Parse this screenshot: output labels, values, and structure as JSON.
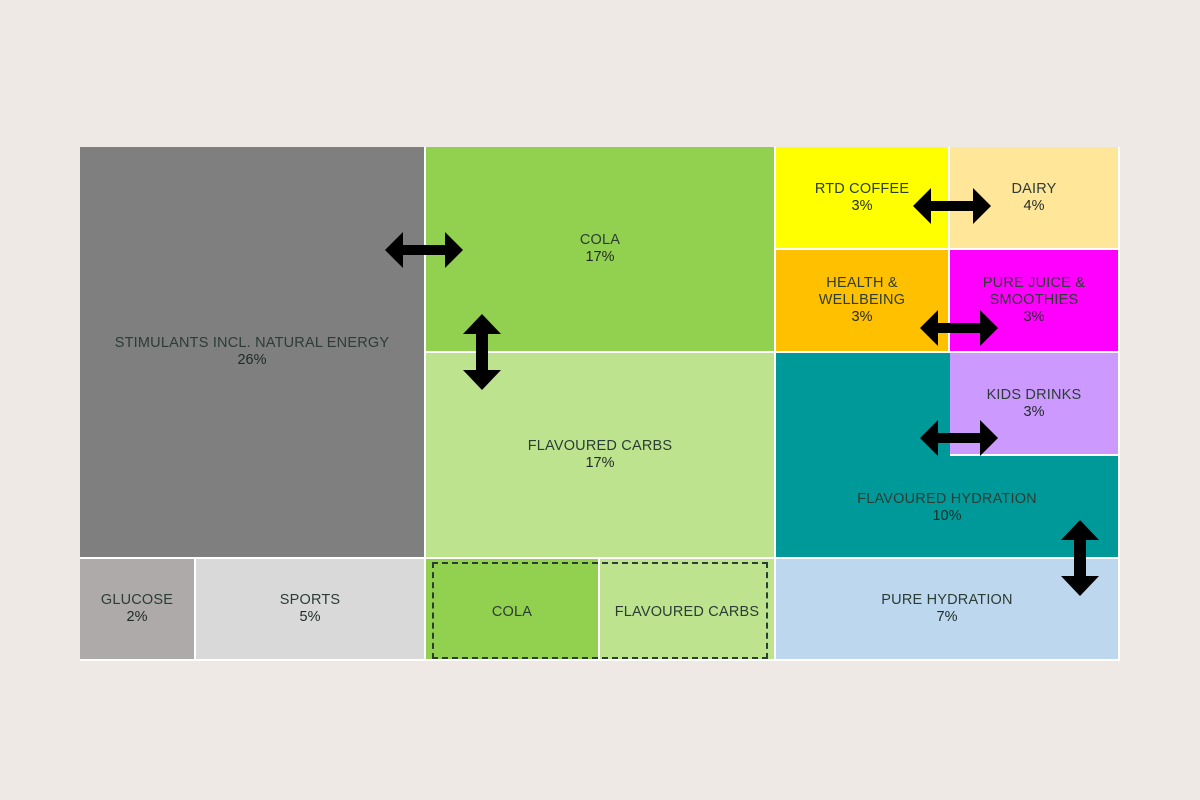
{
  "colors": {
    "background": "#efe9e5",
    "stimulants": "#7f7f7f",
    "cola": "#92d050",
    "flavoured_carbs": "#bde38f",
    "rtd_coffee": "#ffff00",
    "dairy": "#ffe699",
    "health": "#ffc000",
    "pure_juice": "#ff00ff",
    "kids": "#cc99ff",
    "flavoured_hydration": "#009999",
    "pure_hydration": "#bdd7ee",
    "glucose": "#aeaaaa",
    "sports": "#d9d9d9",
    "arrow": "#000000"
  },
  "chart_data": {
    "type": "treemap",
    "title": "",
    "items": [
      {
        "label": "STIMULANTS INCL. NATURAL ENERGY",
        "value": 26,
        "pct": "26%",
        "color": "#7f7f7f"
      },
      {
        "label": "COLA",
        "value": 17,
        "pct": "17%",
        "color": "#92d050"
      },
      {
        "label": "FLAVOURED CARBS",
        "value": 17,
        "pct": "17%",
        "color": "#bde38f"
      },
      {
        "label": "RTD COFFEE",
        "value": 3,
        "pct": "3%",
        "color": "#ffff00"
      },
      {
        "label": "DAIRY",
        "value": 4,
        "pct": "4%",
        "color": "#ffe699"
      },
      {
        "label": "HEALTH & WELLBEING",
        "value": 3,
        "pct": "3%",
        "color": "#ffc000"
      },
      {
        "label": "PURE JUICE & SMOOTHIES",
        "value": 3,
        "pct": "3%",
        "color": "#ff00ff"
      },
      {
        "label": "KIDS DRINKS",
        "value": 3,
        "pct": "3%",
        "color": "#cc99ff"
      },
      {
        "label": "FLAVOURED HYDRATION",
        "value": 10,
        "pct": "10%",
        "color": "#009999"
      },
      {
        "label": "PURE HYDRATION",
        "value": 7,
        "pct": "7%",
        "color": "#bdd7ee"
      },
      {
        "label": "GLUCOSE",
        "value": 2,
        "pct": "2%",
        "color": "#aeaaaa"
      },
      {
        "label": "SPORTS",
        "value": 5,
        "pct": "5%",
        "color": "#d9d9d9"
      }
    ],
    "sub_group": {
      "items": [
        {
          "label": "COLA",
          "color": "#92d050"
        },
        {
          "label": "FLAVOURED CARBS",
          "color": "#bde38f"
        }
      ]
    }
  }
}
